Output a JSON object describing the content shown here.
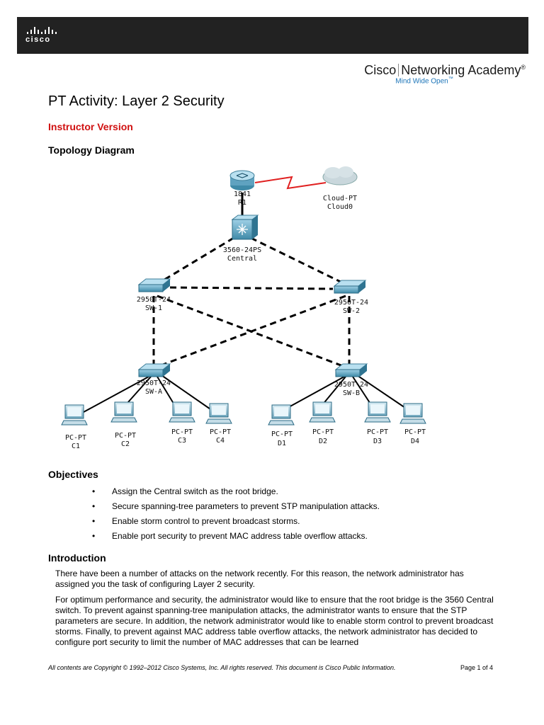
{
  "header": {
    "cisco_logo": "cisco",
    "academy_brand": "Cisco",
    "academy_name": "Networking Academy",
    "academy_reg": "®",
    "academy_tagline": "Mind Wide Open",
    "academy_tagline_tm": "™"
  },
  "document": {
    "title": "PT Activity: Layer 2 Security",
    "version": "Instructor Version",
    "topology_heading": "Topology Diagram"
  },
  "topology": {
    "devices": [
      {
        "type": "router",
        "model": "1841",
        "name": "R1"
      },
      {
        "type": "cloud",
        "model": "Cloud-PT",
        "name": "Cloud0"
      },
      {
        "type": "multilayer-switch",
        "model": "3560-24PS",
        "name": "Central"
      },
      {
        "type": "switch",
        "model": "2950T-24",
        "name": "SW-1"
      },
      {
        "type": "switch",
        "model": "2950T-24",
        "name": "SW-2"
      },
      {
        "type": "switch",
        "model": "2950T-24",
        "name": "SW-A"
      },
      {
        "type": "switch",
        "model": "2950T-24",
        "name": "SW-B"
      },
      {
        "type": "pc",
        "model": "PC-PT",
        "name": "C1"
      },
      {
        "type": "pc",
        "model": "PC-PT",
        "name": "C2"
      },
      {
        "type": "pc",
        "model": "PC-PT",
        "name": "C3"
      },
      {
        "type": "pc",
        "model": "PC-PT",
        "name": "C4"
      },
      {
        "type": "pc",
        "model": "PC-PT",
        "name": "D1"
      },
      {
        "type": "pc",
        "model": "PC-PT",
        "name": "D2"
      },
      {
        "type": "pc",
        "model": "PC-PT",
        "name": "D3"
      },
      {
        "type": "pc",
        "model": "PC-PT",
        "name": "D4"
      }
    ],
    "link_colors": {
      "serial": "#e02020",
      "trunk": "#000000",
      "access": "#000000"
    }
  },
  "objectives": {
    "heading": "Objectives",
    "items": [
      "Assign the Central switch as the root bridge.",
      "Secure spanning-tree parameters to prevent STP manipulation attacks.",
      "Enable storm control to prevent broadcast storms.",
      "Enable port security to prevent MAC address table overflow attacks."
    ]
  },
  "introduction": {
    "heading": "Introduction",
    "paragraphs": [
      "There have been a number of attacks on the network recently. For this reason, the network administrator has assigned you the task of configuring Layer 2 security.",
      "For optimum performance and security, the administrator would like to ensure that the root bridge is the 3560 Central switch. To prevent against spanning-tree manipulation attacks, the administrator wants to ensure that the STP parameters are secure. In addition, the network administrator would like to enable storm control to prevent broadcast storms. Finally, to prevent against MAC address table overflow attacks, the network administrator has decided to configure port security to limit the number of MAC addresses that can be learned"
    ]
  },
  "footer": {
    "copyright": "All contents are Copyright © 1992–2012 Cisco Systems, Inc. All rights reserved. This document is Cisco Public Information.",
    "page": "Page 1 of 4"
  }
}
